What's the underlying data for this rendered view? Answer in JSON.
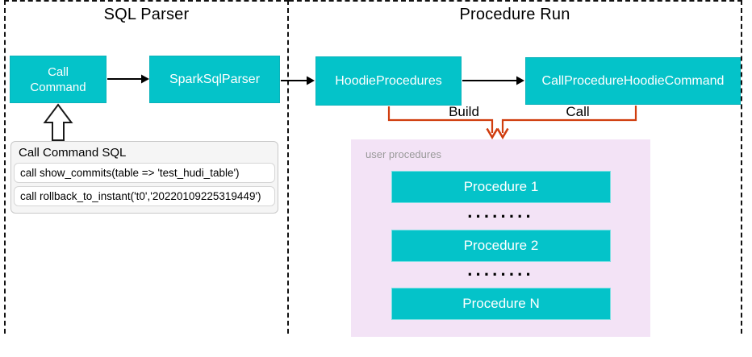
{
  "colors": {
    "node_teal": "#04c3c9",
    "connector_orange": "#d03d0e",
    "connector_black": "#000000",
    "user_procedures_bg": "#f3e3f6",
    "sql_panel_bg": "#f5f5f5"
  },
  "sections": {
    "sql_parser": {
      "title": "SQL Parser"
    },
    "procedure_run": {
      "title": "Procedure Run"
    }
  },
  "nodes": {
    "call_command": {
      "label": "Call Command"
    },
    "spark_sql_parser": {
      "label": "SparkSqlParser"
    },
    "hoodie_procedures": {
      "label": "HoodieProcedures"
    },
    "call_procedure_hoodie_command": {
      "label": "CallProcedureHoodieCommand"
    }
  },
  "edges": {
    "build_label": "Build",
    "call_label": "Call"
  },
  "sql_panel": {
    "header": "Call Command SQL",
    "rows": [
      "call show_commits(table => 'test_hudi_table')",
      "call rollback_to_instant('t0','20220109225319449')"
    ]
  },
  "user_procedures": {
    "label": "user procedures",
    "items": [
      {
        "label": "Procedure 1"
      },
      {
        "label": "Procedure 2"
      },
      {
        "label": "Procedure N"
      }
    ],
    "dots": "········"
  }
}
